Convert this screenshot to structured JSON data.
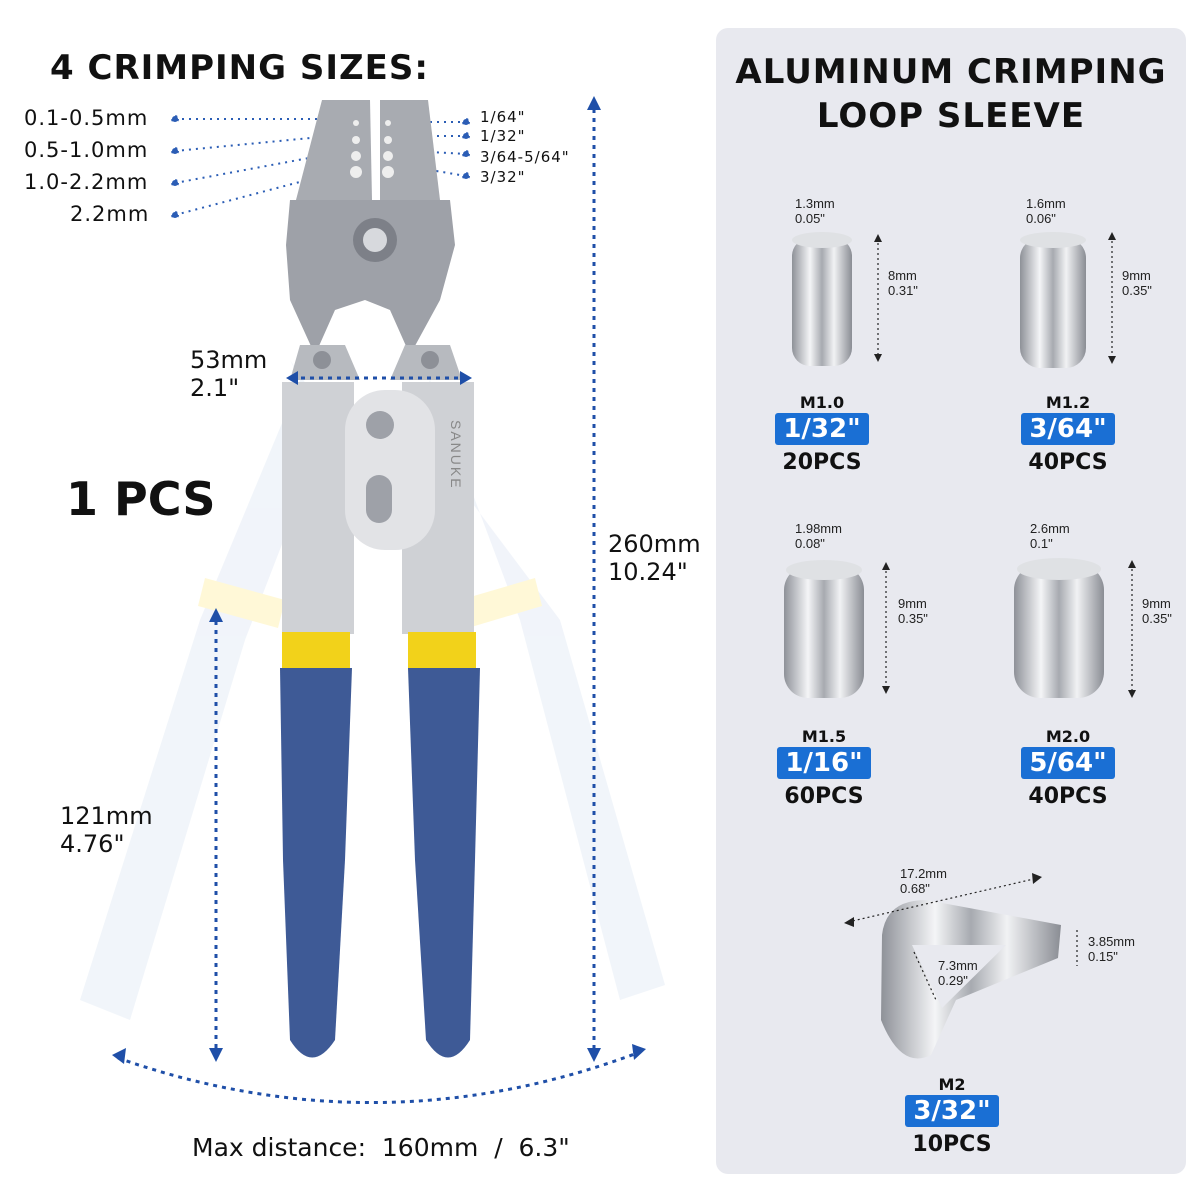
{
  "left": {
    "title": "4 CRIMPING SIZES:",
    "sizes_mm": [
      "0.1-0.5mm",
      "0.5-1.0mm",
      "1.0-2.2mm",
      "2.2mm"
    ],
    "sizes_in": [
      "1/64\"",
      "1/32\"",
      "3/64-5/64\"",
      "3/32\""
    ],
    "quantity": "1 PCS",
    "jaw_width": {
      "mm": "53mm",
      "in": "2.1\""
    },
    "total_length": {
      "mm": "260mm",
      "in": "10.24\""
    },
    "handle_length": {
      "mm": "121mm",
      "in": "4.76\""
    },
    "max_distance": "Max distance:  160mm  /  6.3\"",
    "brand": "SANUKE",
    "colors": {
      "handle": "#3e5a96",
      "band": "#f2d21a",
      "steel": "#c9cbcf",
      "dim_line": "#1f4fa8"
    }
  },
  "right": {
    "title_line1": "ALUMINUM CRIMPING",
    "title_line2": "LOOP SLEEVE",
    "sleeves": [
      {
        "width_mm": "1.3mm",
        "width_in": "0.05\"",
        "height_mm": "8mm",
        "height_in": "0.31\"",
        "model": "M1.0",
        "size": "1/32\"",
        "pcs": "20PCS"
      },
      {
        "width_mm": "1.6mm",
        "width_in": "0.06\"",
        "height_mm": "9mm",
        "height_in": "0.35\"",
        "model": "M1.2",
        "size": "3/64\"",
        "pcs": "40PCS"
      },
      {
        "width_mm": "1.98mm",
        "width_in": "0.08\"",
        "height_mm": "9mm",
        "height_in": "0.35\"",
        "model": "M1.5",
        "size": "1/16\"",
        "pcs": "60PCS"
      },
      {
        "width_mm": "2.6mm",
        "width_in": "0.1\"",
        "height_mm": "9mm",
        "height_in": "0.35\"",
        "model": "M2.0",
        "size": "5/64\"",
        "pcs": "40PCS"
      }
    ],
    "thimble": {
      "length_mm": "17.2mm",
      "length_in": "0.68\"",
      "inner_mm": "7.3mm",
      "inner_in": "0.29\"",
      "thick_mm": "3.85mm",
      "thick_in": "0.15\"",
      "model": "M2",
      "size": "3/32\"",
      "pcs": "10PCS"
    },
    "badge_color": "#1a6fd4"
  }
}
